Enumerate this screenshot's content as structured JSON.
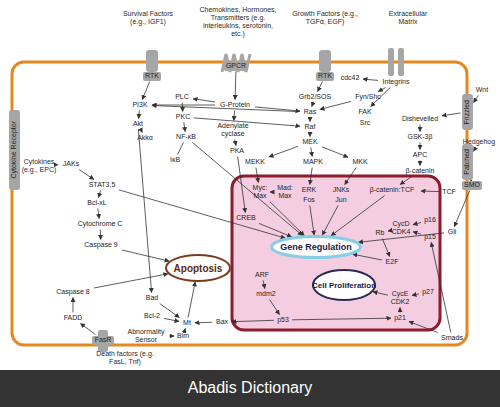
{
  "diagram": {
    "nodes": [
      {
        "text": [
          "Survival Factors (e.g., IGF1)"
        ]
      },
      {
        "text": [
          "Chemokines, Hormones, Transmitters (e.g. interleukins, serotonin, etc.)"
        ]
      },
      {
        "text": [
          "Growth Factors (e.g., TGFα, EGF)"
        ]
      },
      {
        "text": [
          "Extracellular Matrix"
        ]
      },
      {
        "text": [
          "GPCR"
        ]
      },
      {
        "text": [
          "RTK"
        ]
      },
      {
        "text": [
          "RTK"
        ]
      },
      {
        "text": [
          "cdc42"
        ]
      },
      {
        "text": [
          "Integrins"
        ]
      },
      {
        "text": [
          "Wnt"
        ]
      },
      {
        "text": [
          "Frizzled"
        ]
      },
      {
        "text": [
          "PI3K"
        ]
      },
      {
        "text": [
          "PLC"
        ]
      },
      {
        "text": [
          "G-Protein"
        ]
      },
      {
        "text": [
          "Grb2/SOS"
        ]
      },
      {
        "text": [
          "Fyn/Shc"
        ]
      },
      {
        "text": [
          "Ras"
        ]
      },
      {
        "text": [
          "FAK"
        ]
      },
      {
        "text": [
          "Src"
        ]
      },
      {
        "text": [
          "Dishevelled"
        ]
      },
      {
        "text": [
          "Akt"
        ]
      },
      {
        "text": [
          "PKC"
        ]
      },
      {
        "text": [
          "Raf"
        ]
      },
      {
        "text": [
          "Adenylate cyclase"
        ]
      },
      {
        "text": [
          "Akkα"
        ]
      },
      {
        "text": [
          "NF-κB"
        ]
      },
      {
        "text": [
          "MEK"
        ]
      },
      {
        "text": [
          "GSK-3β"
        ]
      },
      {
        "text": [
          "Hedgehog"
        ]
      },
      {
        "text": [
          "Cytokines (e.g., EPC)"
        ]
      },
      {
        "text": [
          "Cytokine Receptor"
        ]
      },
      {
        "text": [
          "IκB"
        ]
      },
      {
        "text": [
          "PKA"
        ]
      },
      {
        "text": [
          "MEKK"
        ]
      },
      {
        "text": [
          "MAPK"
        ]
      },
      {
        "text": [
          "MKK"
        ]
      },
      {
        "text": [
          "APC"
        ]
      },
      {
        "text": [
          "Patched"
        ]
      },
      {
        "text": [
          "JAKs"
        ]
      },
      {
        "text": [
          "β-catenin"
        ]
      },
      {
        "text": [
          "STAT3,5"
        ]
      },
      {
        "text": [
          "Myc: Max"
        ]
      },
      {
        "text": [
          "Mad: Max"
        ]
      },
      {
        "text": [
          "ERK"
        ]
      },
      {
        "text": [
          "JNKs"
        ]
      },
      {
        "text": [
          "β-catenin:TCF"
        ]
      },
      {
        "text": [
          "TCF"
        ]
      },
      {
        "text": [
          "SMO"
        ]
      },
      {
        "text": [
          "Fos"
        ]
      },
      {
        "text": [
          "Jun"
        ]
      },
      {
        "text": [
          "Bcl-xL"
        ]
      },
      {
        "text": [
          "CREB"
        ]
      },
      {
        "text": [
          "CycD CDK4"
        ]
      },
      {
        "text": [
          "p16"
        ]
      },
      {
        "text": [
          "Cytochrome C"
        ]
      },
      {
        "text": [
          "Rb"
        ]
      },
      {
        "text": [
          "Gli"
        ]
      },
      {
        "text": [
          "p15"
        ]
      },
      {
        "text": [
          "Caspase 9"
        ]
      },
      {
        "text": [
          "Gene Regulation"
        ]
      },
      {
        "text": [
          "E2F"
        ]
      },
      {
        "text": [
          "Apoptosis"
        ]
      },
      {
        "text": [
          "ARF"
        ]
      },
      {
        "text": [
          "Cell Proliferation"
        ]
      },
      {
        "text": [
          "Caspase 8"
        ]
      },
      {
        "text": [
          "CycE CDK2"
        ]
      },
      {
        "text": [
          "p27"
        ]
      },
      {
        "text": [
          "Bad"
        ]
      },
      {
        "text": [
          "mdm2"
        ]
      },
      {
        "text": [
          "Bcl-2"
        ]
      },
      {
        "text": [
          "FADD"
        ]
      },
      {
        "text": [
          "Mt"
        ]
      },
      {
        "text": [
          "Bax"
        ]
      },
      {
        "text": [
          "p53"
        ]
      },
      {
        "text": [
          "p21"
        ]
      },
      {
        "text": [
          "FasR"
        ]
      },
      {
        "text": [
          "Abnormality Sensor"
        ]
      },
      {
        "text": [
          "Bim"
        ]
      },
      {
        "text": [
          "Smads"
        ]
      },
      {
        "text": [
          "Death factors (e.g. FasL, Tnf)"
        ]
      }
    ],
    "edges": [
      {
        "from": 5,
        "to": 11,
        "arrow": "to"
      },
      {
        "from": 4,
        "to": 13,
        "arrow": "to"
      },
      {
        "from": 6,
        "to": 14,
        "arrow": "to"
      },
      {
        "from": 8,
        "to": 7,
        "arrow": "to"
      },
      {
        "from": 8,
        "to": 15,
        "arrow": "to"
      },
      {
        "from": 8,
        "to": 17,
        "arrow": "to"
      },
      {
        "from": 13,
        "to": 12,
        "arrow": "to"
      },
      {
        "from": 13,
        "to": 11,
        "arrow": "to"
      },
      {
        "from": 12,
        "to": 21,
        "arrow": "to"
      },
      {
        "from": 13,
        "to": 23,
        "arrow": "to"
      },
      {
        "from": 23,
        "to": 32,
        "arrow": "to"
      },
      {
        "from": 32,
        "to": 51,
        "arrow": "to"
      },
      {
        "from": 14,
        "to": 16,
        "arrow": "to"
      },
      {
        "from": 15,
        "to": 16,
        "arrow": "to"
      },
      {
        "from": 13,
        "to": 16,
        "arrow": "to"
      },
      {
        "from": 16,
        "to": 22,
        "arrow": "to"
      },
      {
        "from": 16,
        "to": 11,
        "arrow": "to"
      },
      {
        "from": 22,
        "to": 26,
        "arrow": "to"
      },
      {
        "from": 21,
        "to": 22,
        "arrow": "to"
      },
      {
        "from": 26,
        "to": 34,
        "arrow": "to"
      },
      {
        "from": 26,
        "to": 33,
        "arrow": "to"
      },
      {
        "from": 26,
        "to": 35,
        "arrow": "to"
      },
      {
        "from": 35,
        "to": 44,
        "arrow": "to"
      },
      {
        "from": 34,
        "to": 43,
        "arrow": "to"
      },
      {
        "from": 33,
        "to": 41,
        "arrow": "to"
      },
      {
        "from": 42,
        "to": 41,
        "arrow": "to"
      },
      {
        "from": 41,
        "to": 59,
        "arrow": "to"
      },
      {
        "from": 48,
        "to": 59,
        "arrow": "to"
      },
      {
        "from": 49,
        "to": 59,
        "arrow": "to"
      },
      {
        "from": 45,
        "to": 59,
        "arrow": "to"
      },
      {
        "from": 51,
        "to": 59,
        "arrow": "to"
      },
      {
        "from": 11,
        "to": 20,
        "arrow": "to"
      },
      {
        "from": 20,
        "to": 24,
        "arrow": "to"
      },
      {
        "from": 21,
        "to": 25,
        "arrow": "to"
      },
      {
        "from": 31,
        "to": 25,
        "arrow": "none"
      },
      {
        "from": 25,
        "to": 59,
        "arrow": "to"
      },
      {
        "from": 20,
        "to": 67,
        "arrow": "to"
      },
      {
        "from": 29,
        "to": 38,
        "arrow": "to"
      },
      {
        "from": 38,
        "to": 40,
        "arrow": "to"
      },
      {
        "from": 40,
        "to": 59,
        "arrow": "to"
      },
      {
        "from": 40,
        "to": 50,
        "arrow": "to"
      },
      {
        "from": 50,
        "to": 54,
        "arrow": "to"
      },
      {
        "from": 54,
        "to": 58,
        "arrow": "to"
      },
      {
        "from": 58,
        "to": 61,
        "arrow": "to"
      },
      {
        "from": 64,
        "to": 61,
        "arrow": "to"
      },
      {
        "from": 70,
        "to": 64,
        "arrow": "to"
      },
      {
        "from": 75,
        "to": 70,
        "arrow": "to"
      },
      {
        "from": 67,
        "to": 71,
        "arrow": "to"
      },
      {
        "from": 69,
        "to": 71,
        "arrow": "to"
      },
      {
        "from": 72,
        "to": 71,
        "arrow": "to"
      },
      {
        "from": 77,
        "to": 71,
        "arrow": "to"
      },
      {
        "from": 76,
        "to": 77,
        "arrow": "to"
      },
      {
        "from": 71,
        "to": 61,
        "arrow": "to"
      },
      {
        "from": 73,
        "to": 72,
        "arrow": "to"
      },
      {
        "from": 62,
        "to": 68,
        "arrow": "to"
      },
      {
        "from": 68,
        "to": 73,
        "arrow": "to"
      },
      {
        "from": 73,
        "to": 74,
        "arrow": "to"
      },
      {
        "from": 9,
        "to": 10,
        "arrow": "to"
      },
      {
        "from": 10,
        "to": 19,
        "arrow": "to"
      },
      {
        "from": 19,
        "to": 27,
        "arrow": "to"
      },
      {
        "from": 27,
        "to": 36,
        "arrow": "to"
      },
      {
        "from": 36,
        "to": 39,
        "arrow": "to"
      },
      {
        "from": 39,
        "to": 45,
        "arrow": "to"
      },
      {
        "from": 46,
        "to": 45,
        "arrow": "to"
      },
      {
        "from": 28,
        "to": 37,
        "arrow": "to"
      },
      {
        "from": 37,
        "to": 47,
        "arrow": "to"
      },
      {
        "from": 47,
        "to": 56,
        "arrow": "to"
      },
      {
        "from": 56,
        "to": 59,
        "arrow": "to"
      },
      {
        "from": 53,
        "to": 52,
        "arrow": "to"
      },
      {
        "from": 57,
        "to": 52,
        "arrow": "to"
      },
      {
        "from": 52,
        "to": 55,
        "arrow": "to"
      },
      {
        "from": 55,
        "to": 60,
        "arrow": "to"
      },
      {
        "from": 60,
        "to": 59,
        "arrow": "to"
      },
      {
        "from": 65,
        "to": 63,
        "arrow": "to"
      },
      {
        "from": 66,
        "to": 65,
        "arrow": "to"
      },
      {
        "from": 74,
        "to": 65,
        "arrow": "to"
      },
      {
        "from": 78,
        "to": 74,
        "arrow": "to"
      },
      {
        "from": 78,
        "to": 57,
        "arrow": "to"
      }
    ],
    "labels": [
      "Abadis Dictionary"
    ]
  }
}
